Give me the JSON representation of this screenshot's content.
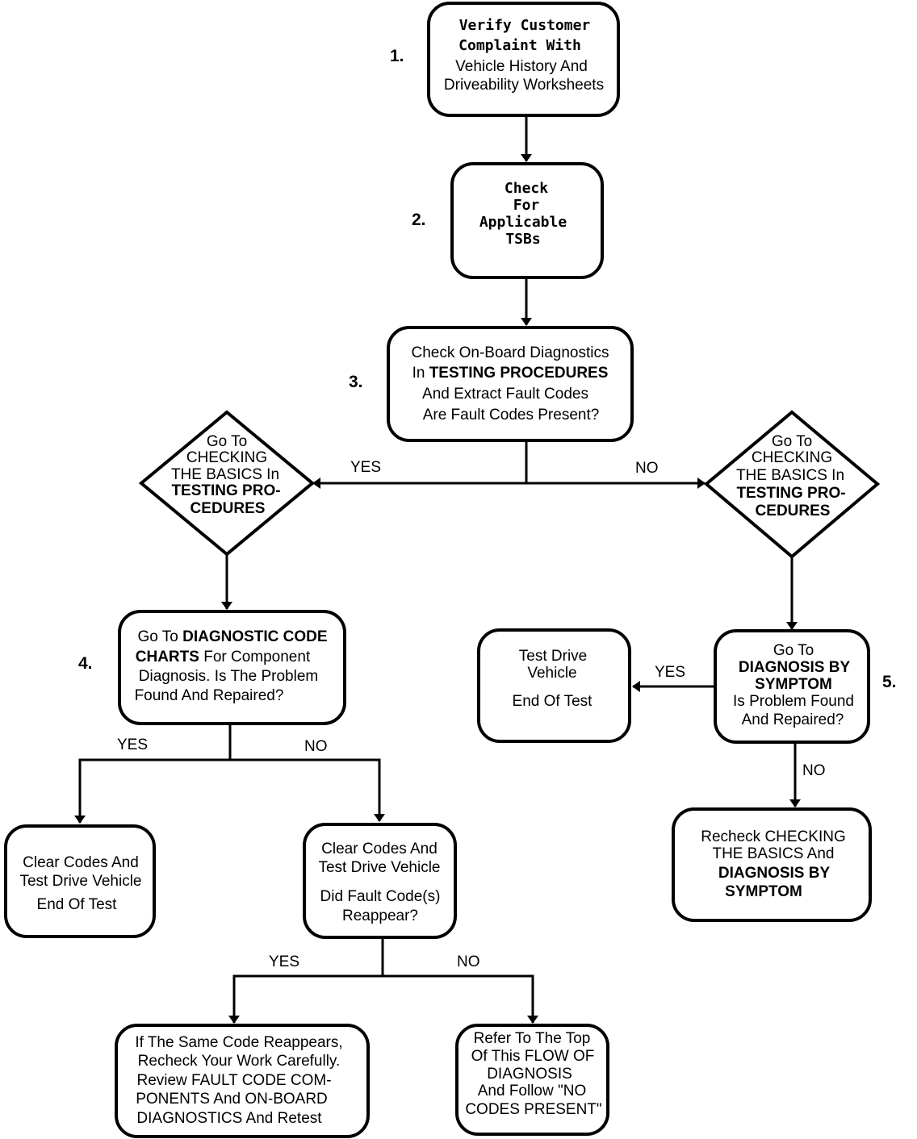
{
  "steps": [
    "1.",
    "2.",
    "3.",
    "4.",
    "5."
  ],
  "nodes": {
    "verify": {
      "lines": [
        "Verify Customer",
        "Complaint With",
        "Vehicle History And",
        "Driveability Worksheets"
      ]
    },
    "tsb": {
      "lines": [
        "Check",
        "For",
        "Applicable",
        "TSBs"
      ]
    },
    "obd": {
      "line1": "Check On-Board Diagnostics",
      "line2_pre": "In ",
      "line2_bold": "TESTING PROCEDURES",
      "line3": "And Extract Fault Codes",
      "line4": "Are Fault Codes Present?"
    },
    "basics_left": {
      "lines": [
        "Go To",
        "CHECKING",
        "THE BASICS In"
      ],
      "bold_lines": [
        "TESTING PRO-",
        "CEDURES"
      ]
    },
    "basics_right": {
      "lines": [
        "Go To",
        "CHECKING",
        "THE BASICS In"
      ],
      "bold_lines": [
        "TESTING PRO-",
        "CEDURES"
      ]
    },
    "code_charts": {
      "line1_pre": "Go To ",
      "line1_bold": "DIAGNOSTIC CODE",
      "line2_bold": "CHARTS",
      "line2_post": " For Component",
      "line3": "Diagnosis.  Is The Problem",
      "line4": "Found And Repaired?"
    },
    "test_drive": {
      "lines": [
        "Test Drive",
        "Vehicle"
      ],
      "end": "End Of Test"
    },
    "by_symptom": {
      "line1": "Go To",
      "bold_lines": [
        "DIAGNOSIS BY",
        "SYMPTOM"
      ],
      "line4": "Is Problem Found",
      "line5": "And Repaired?"
    },
    "clear_end": {
      "lines": [
        "Clear Codes And",
        "Test Drive Vehicle"
      ],
      "end": "End Of Test"
    },
    "clear_reappear": {
      "lines": [
        "Clear Codes And",
        "Test Drive Vehicle"
      ],
      "q_lines": [
        "Did Fault Code(s)",
        "Reappear?"
      ]
    },
    "recheck_basics": {
      "line1": "Recheck CHECKING",
      "line2": "THE BASICS And",
      "bold_lines": [
        "DIAGNOSIS BY",
        "SYMPTOM"
      ]
    },
    "same_code": {
      "lines": [
        "If The Same Code Reappears,",
        "Recheck Your  Work Carefully.",
        "Review FAULT CODE COM-",
        "PONENTS And ON-BOARD",
        "DIAGNOSTICS  And Retest"
      ]
    },
    "refer_top": {
      "lines": [
        "Refer To The Top",
        "Of This FLOW OF",
        "DIAGNOSIS",
        "And Follow \"NO",
        "CODES PRESENT\""
      ]
    }
  },
  "labels": {
    "yes": "YES",
    "no": "NO"
  }
}
